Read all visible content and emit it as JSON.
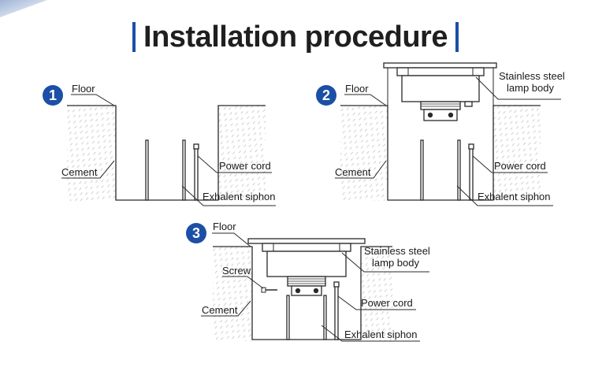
{
  "title": "Installation procedure",
  "colors": {
    "accent": "#1c4fa6",
    "line": "#2a2a2a",
    "hatch": "#c8c8c8"
  },
  "steps": [
    {
      "number": "1",
      "labels": {
        "floor": "Floor",
        "cement": "Cement",
        "power_cord": "Power cord",
        "siphon": "Exhalent siphon"
      }
    },
    {
      "number": "2",
      "labels": {
        "floor": "Floor",
        "cement": "Cement",
        "lamp_body_line1": "Stainless steel",
        "lamp_body_line2": "lamp body",
        "power_cord": "Power cord",
        "siphon": "Exhalent siphon"
      }
    },
    {
      "number": "3",
      "labels": {
        "floor": "Floor",
        "cement": "Cement",
        "screw": "Screw",
        "lamp_body_line1": "Stainless steel",
        "lamp_body_line2": "lamp body",
        "power_cord": "Power cord",
        "siphon": "Exhalent siphon"
      }
    }
  ]
}
